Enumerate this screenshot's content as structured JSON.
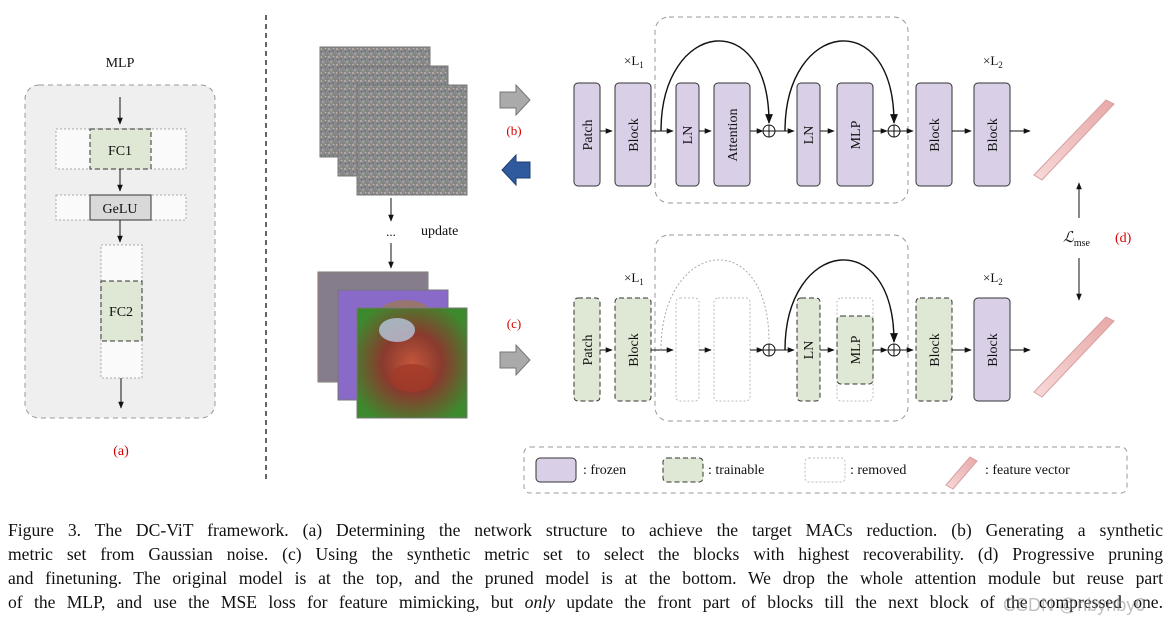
{
  "mlp_panel": {
    "title": "MLP",
    "fc1": "FC1",
    "gelu": "GeLU",
    "fc2": "FC2",
    "label": "(a)"
  },
  "synthetic": {
    "update_label": "update",
    "ellipsis": "...",
    "label_b": "(b)",
    "label_c": "(c)",
    "label_d": "(d)"
  },
  "top_model": {
    "patch": "Patch",
    "block": "Block",
    "ln": "LN",
    "attention": "Attention",
    "mlp": "MLP",
    "repeat_1": "×L",
    "repeat_1_sub": "1",
    "repeat_2": "×L",
    "repeat_2_sub": "2"
  },
  "bottom_model": {
    "patch": "Patch",
    "block": "Block",
    "ln": "LN",
    "mlp": "MLP"
  },
  "loss": {
    "symbol": "ℒ",
    "sub": "mse"
  },
  "legend": {
    "frozen": ": frozen",
    "trainable": ": trainable",
    "removed": ": removed",
    "feature_vector": ": feature vector"
  },
  "colors": {
    "frozen_fill": "#d9d0e8",
    "trainable_fill": "#dfe8d4",
    "red_label": "#d40000",
    "blue_arrow": "#2f5a9e",
    "feature_vector": "#f2c4c4"
  },
  "caption": {
    "line1": "Figure 3. The DC-ViT framework. (a) Determining the network structure to achieve the target MACs reduction. (b) Generating a synthetic",
    "line2": "metric set from Gaussian noise. (c) Using the synthetic metric set to select the blocks with highest recoverability. (d) Progressive pruning",
    "line3": "and finetuning. The original model is at the top, and the pruned model is at the bottom. We drop the whole attention module but reuse part",
    "line4_a": "of the MLP, and use the MSE loss for feature mimicking, but ",
    "line4_em": "only",
    "line4_b": " update the front part of blocks till the next block of the compressed one."
  },
  "watermark": "CSDN @nbynby0"
}
